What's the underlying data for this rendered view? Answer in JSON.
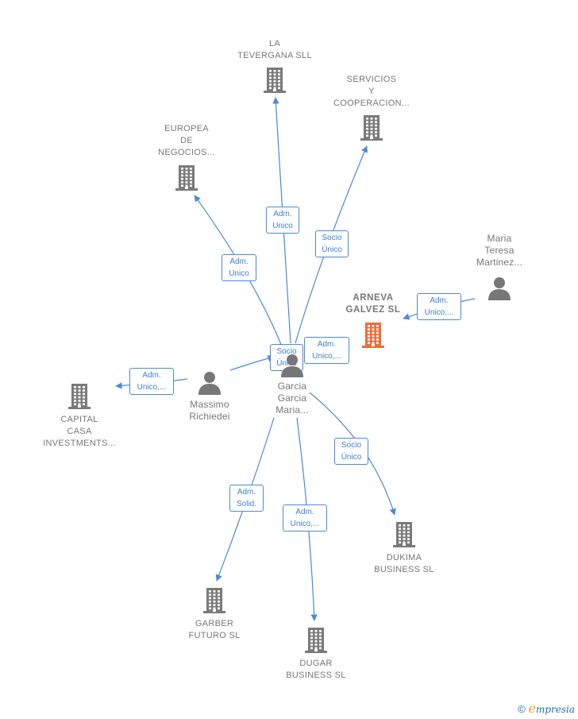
{
  "colors": {
    "edge": "#4a8ad8",
    "building": "#7a7a7a",
    "focus_building": "#f26a3a",
    "person": "#777777"
  },
  "nodes": {
    "la_tevergana": {
      "label": "LA\nTEVERGANA SLL",
      "icon": "building-icon"
    },
    "servicios": {
      "label": "SERVICIOS\nY\nCOOPERACION...",
      "icon": "building-icon"
    },
    "europea": {
      "label": "EUROPEA\nDE\nNEGOCIOS...",
      "icon": "building-icon"
    },
    "maria_teresa": {
      "label": "Maria\nTeresa\nMartinez...",
      "icon": "person-icon"
    },
    "arneva": {
      "label": "ARNEVA\nGALVEZ  SL",
      "icon": "building-icon"
    },
    "garcia": {
      "label": "Garcia\nGarcia\nMaria...",
      "icon": "person-icon"
    },
    "massimo": {
      "label": "Massimo\nRichiedei",
      "icon": "person-icon"
    },
    "capital": {
      "label": "CAPITAL\nCASA\nINVESTMENTS...",
      "icon": "building-icon"
    },
    "dukima": {
      "label": "DUKIMA\nBUSINESS SL",
      "icon": "building-icon"
    },
    "garber": {
      "label": "GARBER\nFUTURO SL",
      "icon": "building-icon"
    },
    "dugar": {
      "label": "DUGAR\nBUSINESS  SL",
      "icon": "building-icon"
    }
  },
  "edges": [
    {
      "from": "garcia",
      "to": "la_tevergana",
      "label": "Adm.\nUnico"
    },
    {
      "from": "garcia",
      "to": "servicios",
      "label": "Socio\nÚnico"
    },
    {
      "from": "garcia",
      "to": "europea",
      "label": "Adm.\nUnico"
    },
    {
      "from": "maria_teresa",
      "to": "arneva",
      "label": "Adm.\nUnico,..."
    },
    {
      "from": "garcia",
      "to": "arneva",
      "label": "Adm.\nUnico,..."
    },
    {
      "from": "massimo",
      "to": "garcia",
      "label": "Socio\nÚnico"
    },
    {
      "from": "massimo",
      "to": "capital",
      "label": "Adm.\nUnico,..."
    },
    {
      "from": "garcia",
      "to": "dukima",
      "label": "Socio\nÚnico"
    },
    {
      "from": "garcia",
      "to": "garber",
      "label": "Adm.\nSolid."
    },
    {
      "from": "garcia",
      "to": "dugar",
      "label": "Adm.\nUnico,..."
    }
  ],
  "footer": {
    "copyright": "©",
    "brand_first": "e",
    "brand_rest": "mpresia"
  }
}
